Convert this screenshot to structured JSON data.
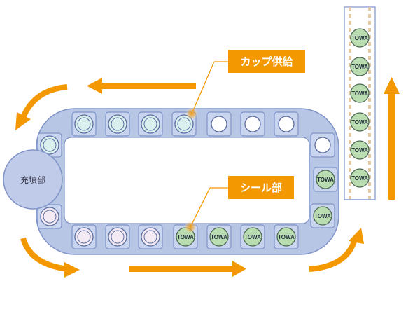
{
  "labels": {
    "cup_supply": "カップ供給",
    "seal": "シール部",
    "filling": "充填部"
  },
  "cup_text": "TOWA",
  "colors": {
    "accent": "#f39800",
    "track": "#b7c6e4",
    "track_border": "#7f93c8",
    "cup_aqua": "#d9f0ee",
    "cup_pink": "#f4eaf4",
    "cup_sealed": "#b9dcb0",
    "filler": "#bfcbe9"
  }
}
